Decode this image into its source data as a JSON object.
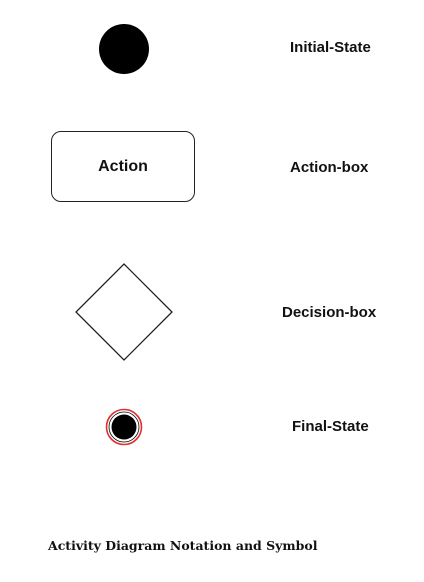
{
  "legend": {
    "initial_state": "Initial-State",
    "action_box": "Action-box",
    "decision_box": "Decision-box",
    "final_state": "Final-State"
  },
  "symbols": {
    "action_text": "Action",
    "initial_color": "#000000",
    "final_outer_ring_color": "#e03030",
    "final_inner_color": "#000000"
  },
  "caption": "Activity Diagram Notation and Symbol"
}
